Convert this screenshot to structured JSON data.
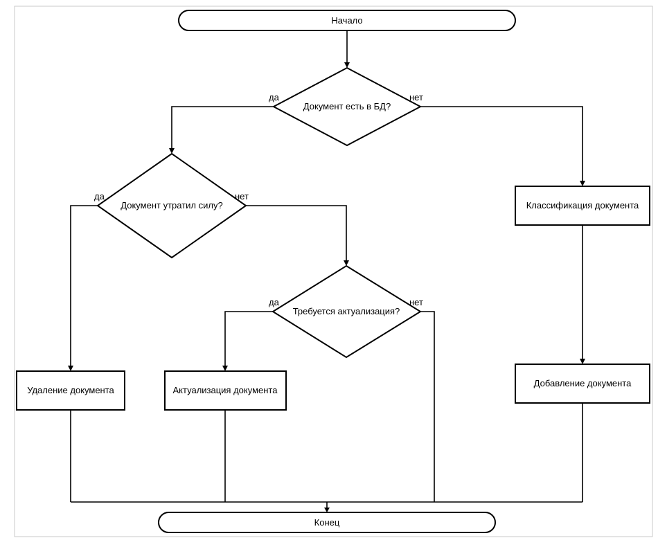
{
  "flowchart": {
    "start": "Начало",
    "end": "Конец",
    "decision_in_db": "Документ есть в БД?",
    "decision_lost_force": "Документ утратил силу?",
    "decision_update_needed": "Требуется актуализация?",
    "process_classify": "Классификация документа",
    "process_add": "Добавление документа",
    "process_delete": "Удаление документа",
    "process_update": "Актуализация документа",
    "yes": "да",
    "no": "нет"
  }
}
